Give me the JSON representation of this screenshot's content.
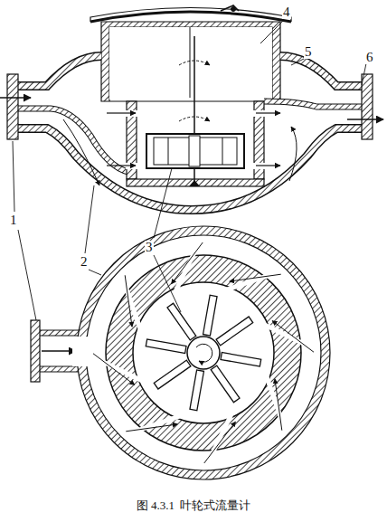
{
  "diagram": {
    "caption": "图 4.3.1  叶轮式流量计",
    "labels": [
      "4",
      "5",
      "6",
      "1",
      "2",
      "3"
    ]
  }
}
